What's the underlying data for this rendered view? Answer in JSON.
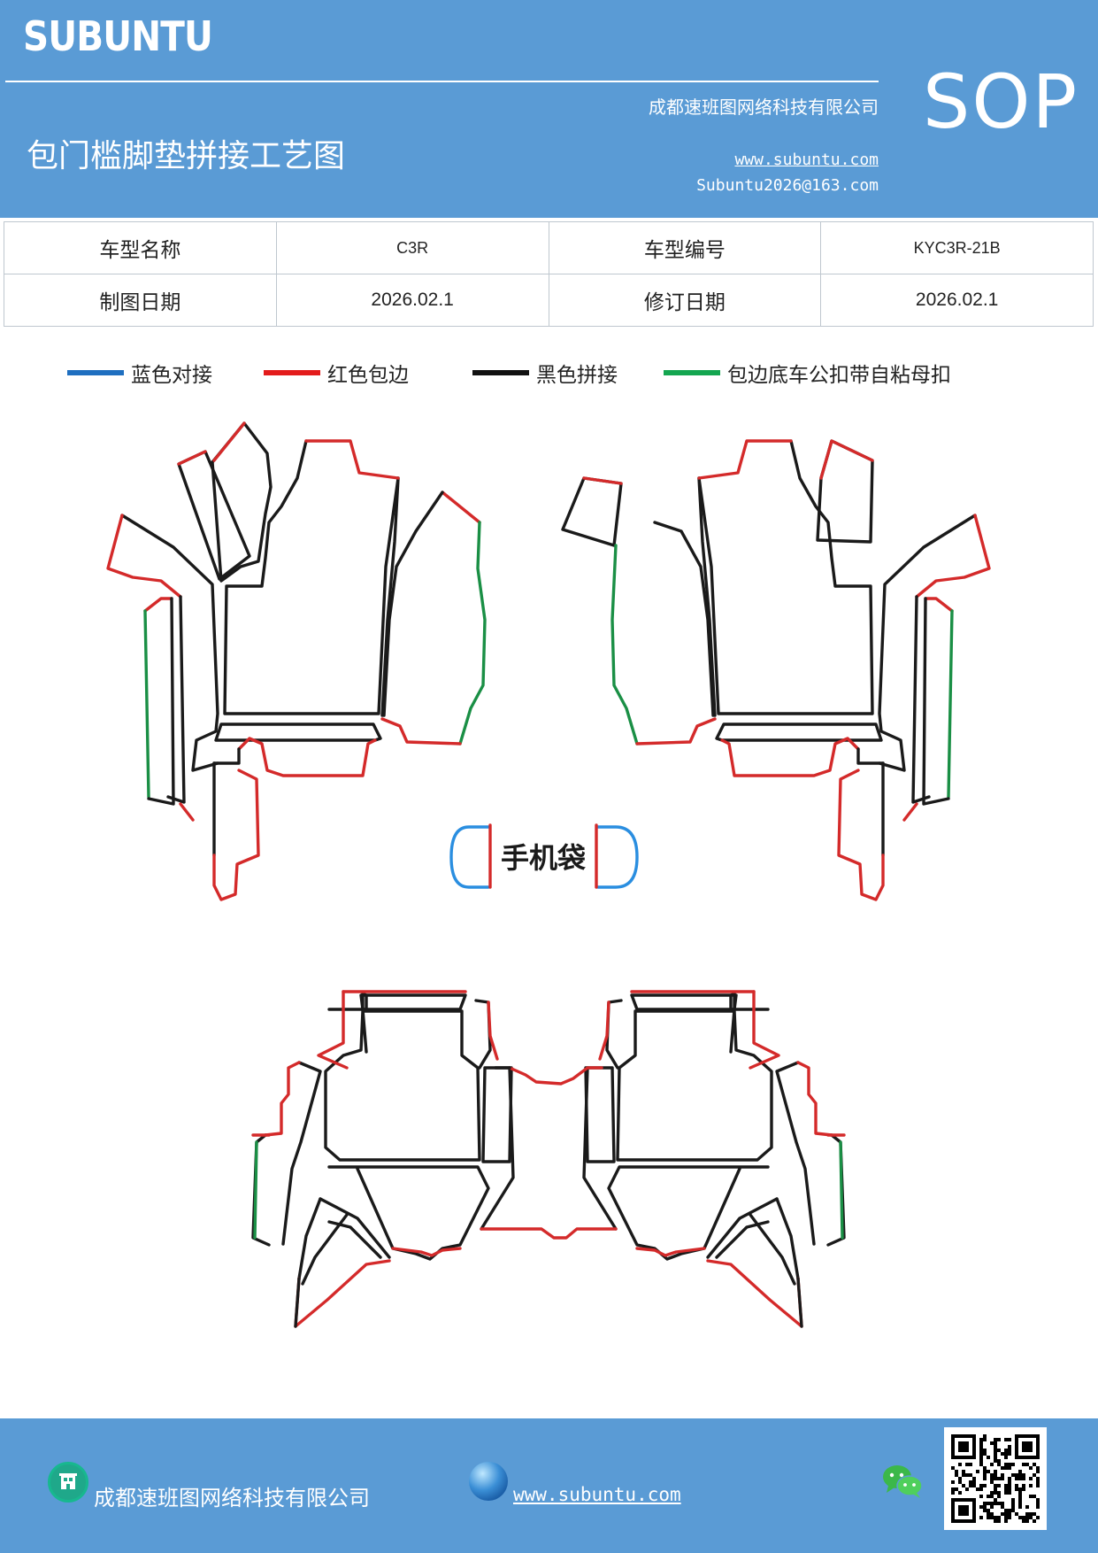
{
  "header": {
    "brand": "SUBUNTU",
    "badge": "SOP",
    "company": "成都速班图网络科技有限公司",
    "title": "包门槛脚垫拼接工艺图",
    "website": "www.subuntu.com",
    "email": "Subuntu2026@163.com"
  },
  "info_table": {
    "model_name_label": "车型名称",
    "model_name_value": "C3R",
    "model_code_label": "车型编号",
    "model_code_value": "KYC3R-21B",
    "draw_date_label": "制图日期",
    "draw_date_value": "2026.02.1",
    "revise_date_label": "修订日期",
    "revise_date_value": "2026.02.1"
  },
  "legend": [
    {
      "label": "蓝色对接",
      "color": "#1f6fc0"
    },
    {
      "label": "红色包边",
      "color": "#e31c1c"
    },
    {
      "label": "黑色拼接",
      "color": "#111111"
    },
    {
      "label": "包边底车公扣带自粘母扣",
      "color": "#14a650"
    }
  ],
  "drawing": {
    "phone_pocket_label": "手机袋",
    "colors": {
      "black": "#1a1a1a",
      "red": "#d42a2a",
      "green": "#1a8f45",
      "blue": "#2a8ee0"
    }
  },
  "footer": {
    "company": "成都速班图网络科技有限公司",
    "website": "www.subuntu.com",
    "company_icon": "building-icon",
    "web_icon": "globe-icon",
    "chat_icon": "wechat-icon"
  }
}
